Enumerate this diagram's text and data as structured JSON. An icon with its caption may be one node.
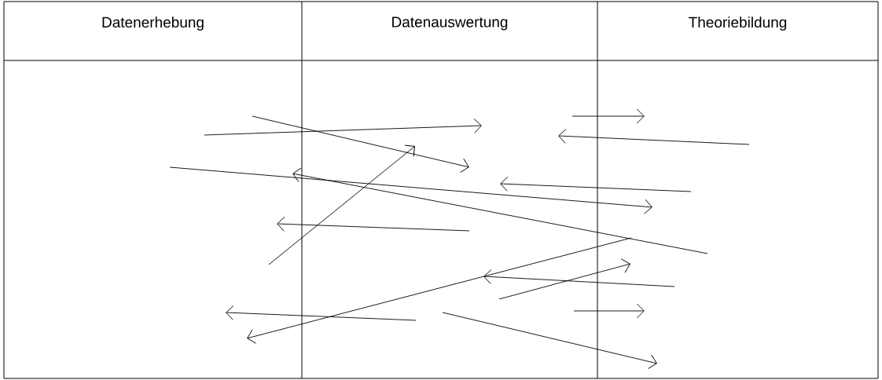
{
  "diagram": {
    "labels": [
      "Datenerhebung",
      "Datenauswertung",
      "Theoriebildung"
    ]
  }
}
